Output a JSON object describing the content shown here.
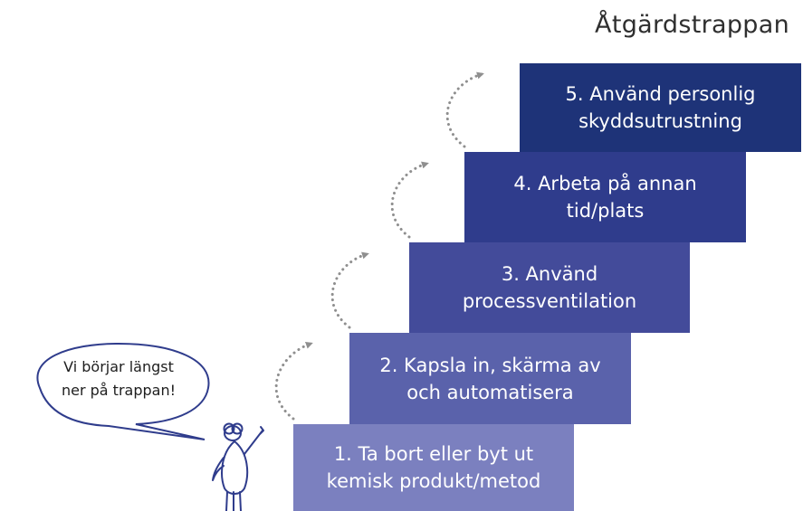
{
  "title": "Åtgärdstrappan",
  "steps": [
    {
      "line1": "1. Ta bort eller byt ut",
      "line2": "kemisk produkt/metod",
      "color": "#7b80bf"
    },
    {
      "line1": "2. Kapsla in, skärma av",
      "line2": "och automatisera",
      "color": "#5a62ab"
    },
    {
      "line1": "3. Använd",
      "line2": "processventilation",
      "color": "#434b9a"
    },
    {
      "line1": "4. Arbeta på annan",
      "line2": "tid/plats",
      "color": "#2f3c8c"
    },
    {
      "line1": "5. Använd personlig",
      "line2": "skyddsutrustning",
      "color": "#1e3378"
    }
  ],
  "speech_bubble": {
    "line1": "Vi börjar längst",
    "line2": "ner på trappan!"
  },
  "icons": {
    "arrows": "dotted-curved-arrow-icon",
    "figure": "stick-figure-icon"
  }
}
